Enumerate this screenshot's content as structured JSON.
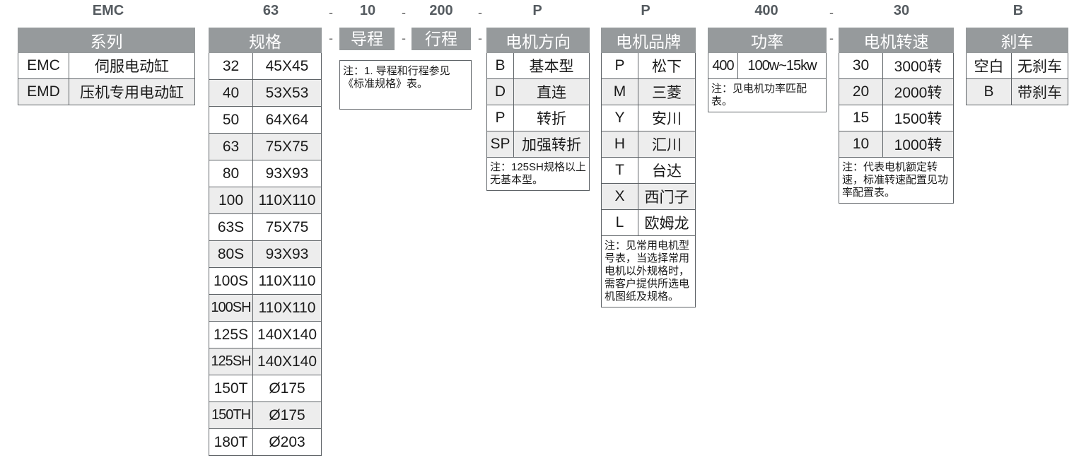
{
  "codes": [
    "EMC",
    "63",
    "10",
    "200",
    "P",
    "P",
    "400",
    "30",
    "B"
  ],
  "dashes": [
    "-",
    "-",
    "-",
    "-"
  ],
  "series": {
    "header": "系列",
    "rows": [
      [
        "EMC",
        "伺服电动缸"
      ],
      [
        "EMD",
        "压机专用电动缸"
      ]
    ]
  },
  "spec": {
    "header": "规格",
    "rows": [
      [
        "32",
        "45X45"
      ],
      [
        "40",
        "53X53"
      ],
      [
        "50",
        "64X64"
      ],
      [
        "63",
        "75X75"
      ],
      [
        "80",
        "93X93"
      ],
      [
        "100",
        "110X110"
      ],
      [
        "63S",
        "75X75"
      ],
      [
        "80S",
        "93X93"
      ],
      [
        "100S",
        "110X110"
      ],
      [
        "100SH",
        "110X110"
      ],
      [
        "125S",
        "140X140"
      ],
      [
        "125SH",
        "140X140"
      ],
      [
        "150T",
        "Ø175"
      ],
      [
        "150TH",
        "Ø175"
      ],
      [
        "180T",
        "Ø203"
      ]
    ]
  },
  "lead": {
    "header": "导程"
  },
  "stroke": {
    "header": "行程"
  },
  "lead_stroke_note": "注：1. 导程和行程参见《标准规格》表。",
  "direction": {
    "header": "电机方向",
    "rows": [
      [
        "B",
        "基本型"
      ],
      [
        "D",
        "直连"
      ],
      [
        "P",
        "转折"
      ],
      [
        "SP",
        "加强转折"
      ]
    ],
    "note": "注：125SH规格以上无基本型。"
  },
  "brand": {
    "header": "电机品牌",
    "rows": [
      [
        "P",
        "松下"
      ],
      [
        "M",
        "三菱"
      ],
      [
        "Y",
        "安川"
      ],
      [
        "H",
        "汇川"
      ],
      [
        "T",
        "台达"
      ],
      [
        "X",
        "西门子"
      ],
      [
        "L",
        "欧姆龙"
      ]
    ],
    "note": "注：见常用电机型号表，当选择常用电机以外规格时，需客户提供所选电机图纸及规格。"
  },
  "power": {
    "header": "功率",
    "rows": [
      [
        "400",
        "100w~15kw"
      ]
    ],
    "note": "注：见电机功率匹配表。"
  },
  "speed": {
    "header": "电机转速",
    "rows": [
      [
        "30",
        "3000转"
      ],
      [
        "20",
        "2000转"
      ],
      [
        "15",
        "1500转"
      ],
      [
        "10",
        "1000转"
      ]
    ],
    "note": "注：代表电机额定转速，标准转速配置见功率配置表。"
  },
  "brake": {
    "header": "刹车",
    "rows": [
      [
        "空白",
        "无刹车"
      ],
      [
        "B",
        "带刹车"
      ]
    ]
  },
  "colors": {
    "header_bg": "#969a9c",
    "row_shade": "#ededed",
    "code_text": "#555b60",
    "border": "#5e6367"
  }
}
